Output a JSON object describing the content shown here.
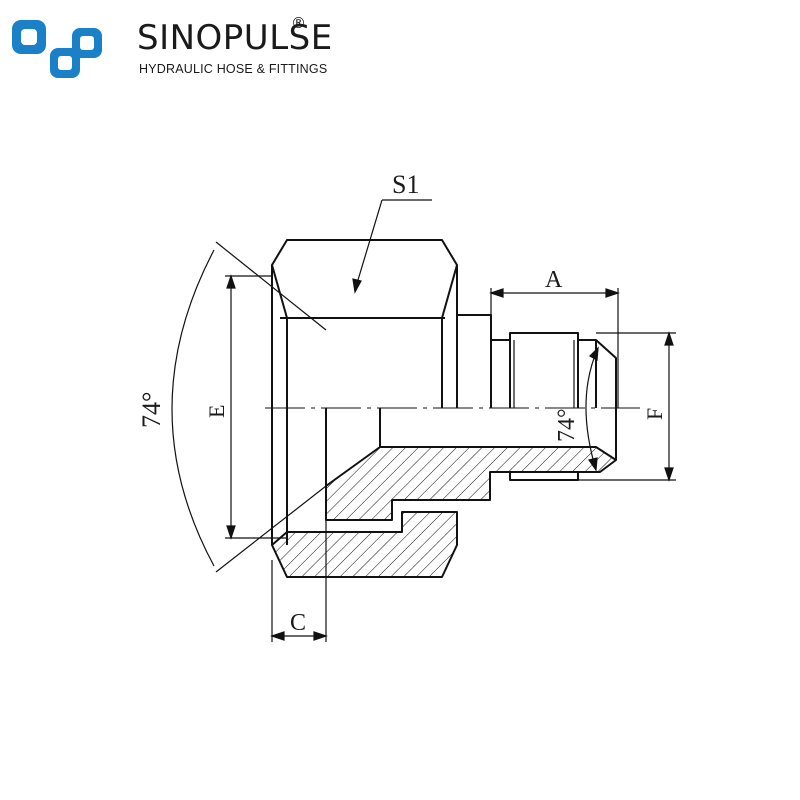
{
  "brand": {
    "name": "SINOPULSE",
    "registered": "®",
    "tagline": "HYDRAULIC HOSE & FITTINGS",
    "logo_color": "#1a80c8"
  },
  "drawing": {
    "callout_nut": "S1",
    "dim_thread_length": "A",
    "dim_bore": "E",
    "dim_thread": "F",
    "dim_flange": "C",
    "angle_left": "74°",
    "angle_right": "74°"
  }
}
